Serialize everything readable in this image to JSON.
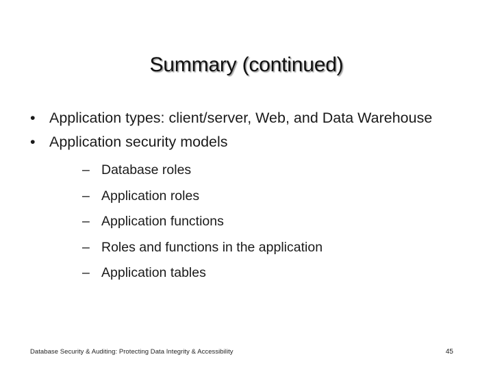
{
  "slide": {
    "title": "Summary (continued)",
    "bullets": [
      {
        "marker": "•",
        "text": "Application types: client/server, Web, and Data Warehouse",
        "sub": []
      },
      {
        "marker": "•",
        "text": "Application security models",
        "sub": [
          {
            "marker": "–",
            "text": "Database roles"
          },
          {
            "marker": "–",
            "text": "Application roles"
          },
          {
            "marker": "–",
            "text": "Application functions"
          },
          {
            "marker": "–",
            "text": "Roles and functions in the application"
          },
          {
            "marker": "–",
            "text": "Application tables"
          }
        ]
      }
    ],
    "footer": {
      "text": "Database Security & Auditing: Protecting Data Integrity & Accessibility",
      "page_number": "45"
    },
    "colors": {
      "background": "#ffffff",
      "title_text": "#111111",
      "body_text": "#1a1a1a",
      "footer_text": "#222222",
      "title_shadow": "#787878"
    }
  }
}
